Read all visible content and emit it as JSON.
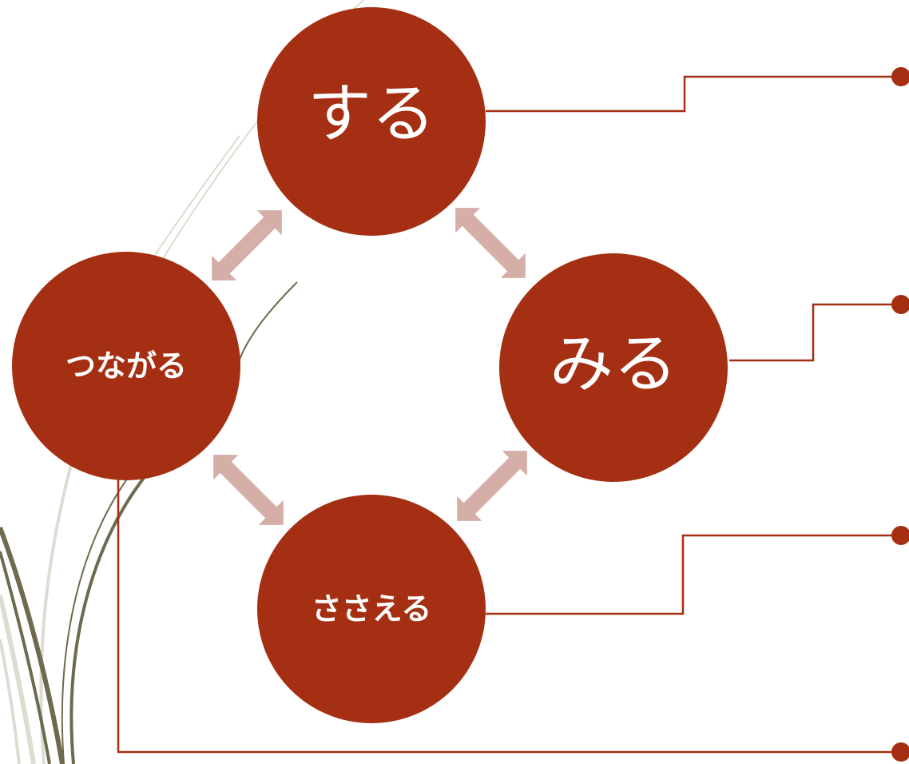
{
  "diagram": {
    "nodes": [
      {
        "id": "suru",
        "label": "する"
      },
      {
        "id": "miru",
        "label": "みる"
      },
      {
        "id": "sasaeru",
        "label": "ささえる"
      },
      {
        "id": "tsunagaru",
        "label": "つながる"
      }
    ],
    "colors": {
      "node_fill": "#A52F12",
      "arrow": "#D5AEA8",
      "connector": "#A52F12",
      "deco_dark": "#6E6A4F",
      "deco_light": "#DCDCD2"
    }
  }
}
